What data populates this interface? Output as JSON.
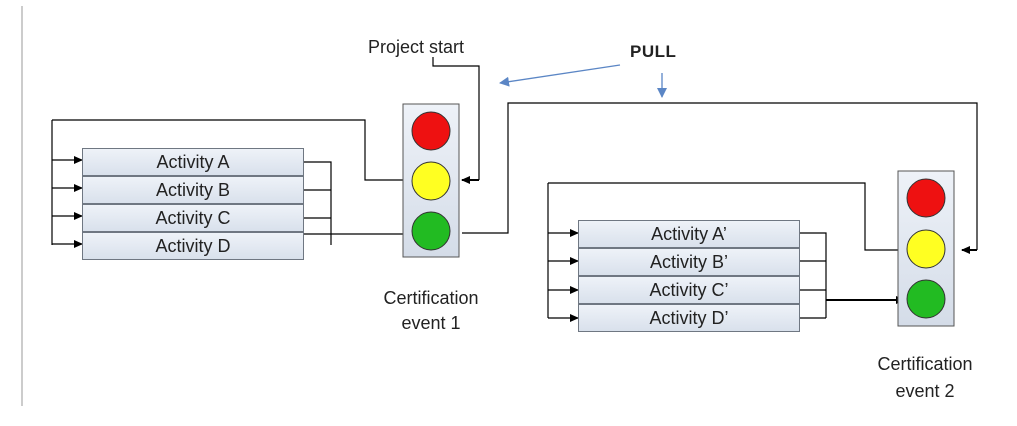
{
  "labels": {
    "project_start": "Project start",
    "pull": "PULL",
    "cert1_line1": "Certification",
    "cert1_line2": "event 1",
    "cert2_line1": "Certification",
    "cert2_line2": "event 2"
  },
  "group1": [
    "Activity A",
    "Activity B",
    "Activity C",
    "Activity D"
  ],
  "group2": [
    "Activity A’",
    "Activity B’",
    "Activity C’",
    "Activity D’"
  ],
  "colors": {
    "red_light": "#ee1111",
    "yellow_light": "#ffff22",
    "green_light": "#22bb22",
    "pull_arrow": "#5b86c5",
    "activity_fill": "#dfe6f0",
    "traffic_light_box": "#dfe6f0"
  }
}
